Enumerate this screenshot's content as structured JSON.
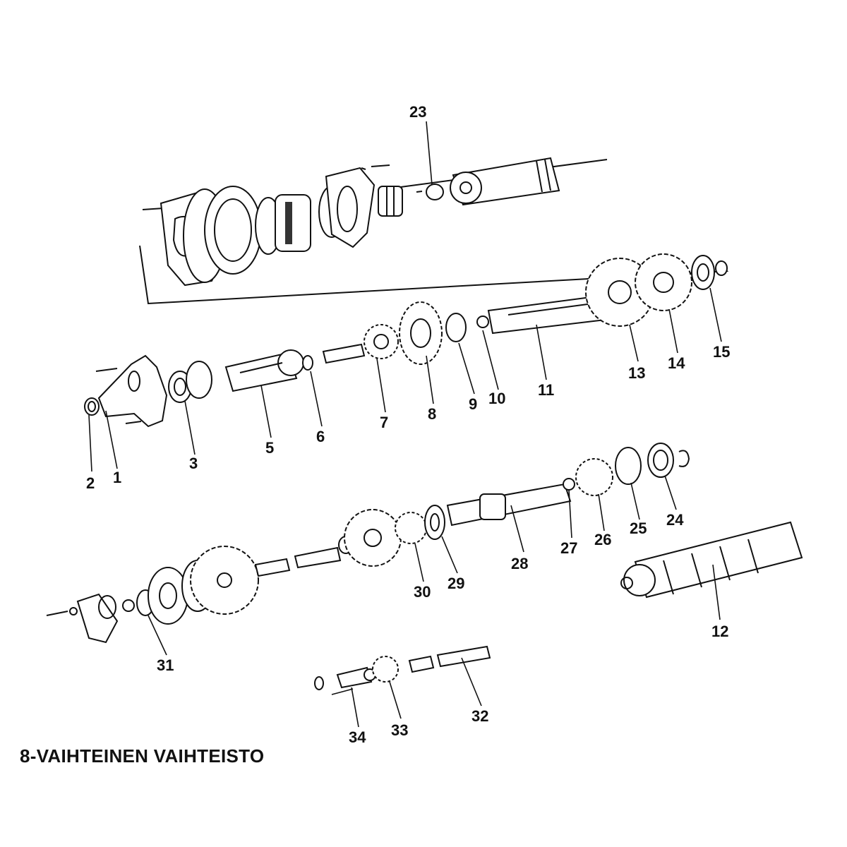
{
  "caption": "8-VAIHTEINEN VAIHTEISTO",
  "part_labels": {
    "p1": "1",
    "p2": "2",
    "p3": "3",
    "p5": "5",
    "p6": "6",
    "p7": "7",
    "p8": "8",
    "p9": "9",
    "p10": "10",
    "p11": "11",
    "p12": "12",
    "p13": "13",
    "p14": "14",
    "p15": "15",
    "p23": "23",
    "p24": "24",
    "p25": "25",
    "p26": "26",
    "p27": "27",
    "p28": "28",
    "p29": "29",
    "p30": "30",
    "p31": "31",
    "p32": "32",
    "p33": "33",
    "p34": "34"
  }
}
